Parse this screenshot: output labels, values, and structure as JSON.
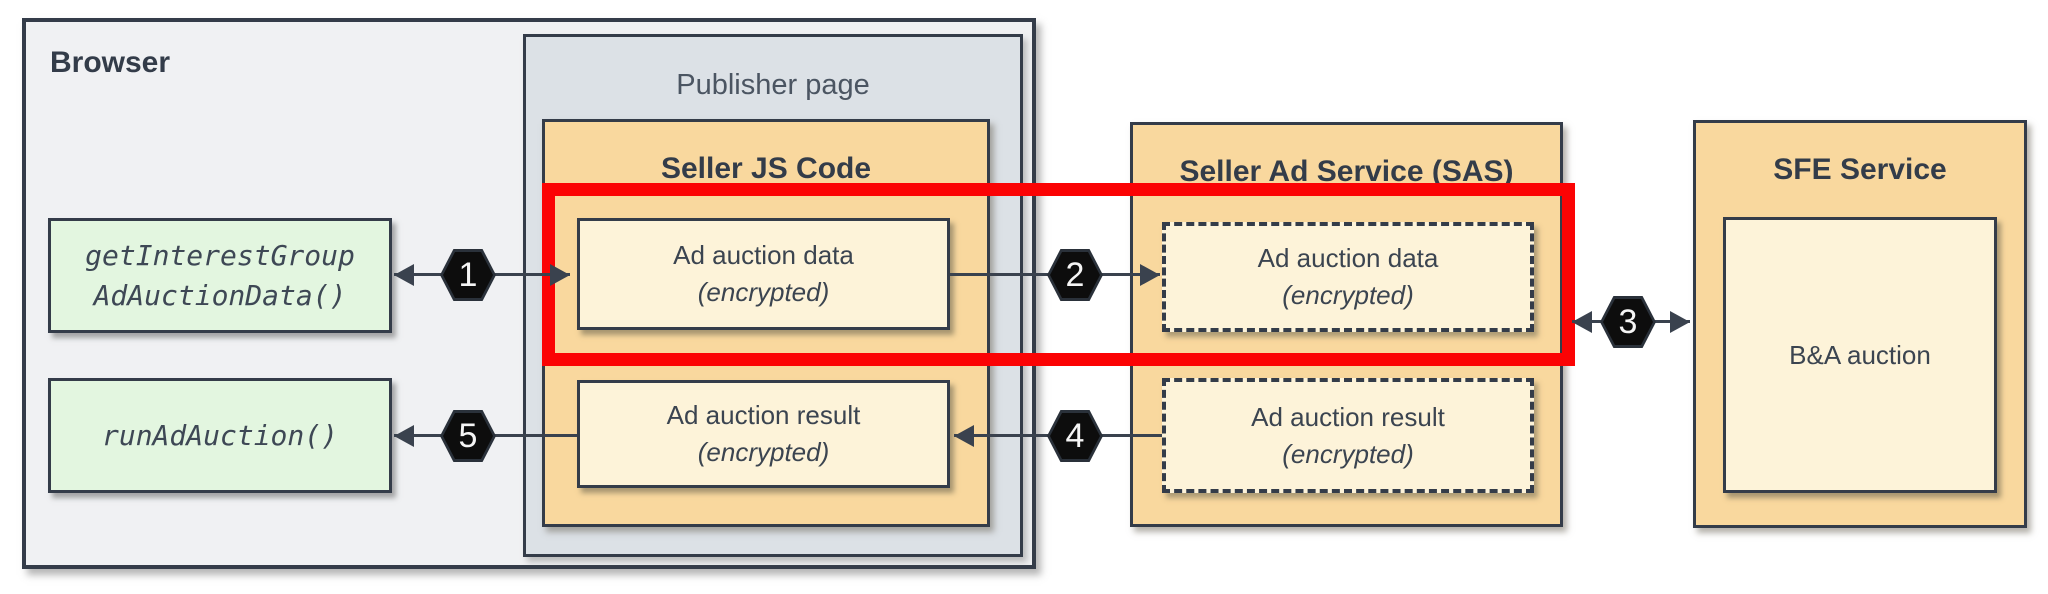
{
  "diagram": {
    "browser": {
      "label": "Browser"
    },
    "publisher_page": {
      "label": "Publisher page"
    },
    "seller_js": {
      "title": "Seller JS Code",
      "data_box": {
        "line1": "Ad auction data",
        "line2": "(encrypted)"
      },
      "result_box": {
        "line1": "Ad auction result",
        "line2": "(encrypted)"
      }
    },
    "browser_apis": {
      "get_interest_group": {
        "line1": "getInterestGroup",
        "line2": "AdAuctionData()"
      },
      "run_ad_auction": {
        "line1": "runAdAuction()"
      }
    },
    "sas": {
      "title": "Seller Ad Service (SAS)",
      "data_box": {
        "line1": "Ad auction data",
        "line2": "(encrypted)"
      },
      "result_box": {
        "line1": "Ad auction result",
        "line2": "(encrypted)"
      }
    },
    "sfe": {
      "title": "SFE Service",
      "auction_box_label": "B&A auction"
    },
    "steps": {
      "s1": "1",
      "s2": "2",
      "s3": "3",
      "s4": "4",
      "s5": "5"
    },
    "colors": {
      "highlight_red": "#fb0304",
      "panel_orange": "#f9d89e",
      "box_cream": "#fdf3d9",
      "box_green": "#e3f6e0",
      "browser_gray": "#f0f1f3",
      "publisher_gray": "#dce1e6",
      "border_dark": "#343c49",
      "arrow_dark": "#3a424e",
      "step_badge_black": "#0d0d0d"
    }
  }
}
